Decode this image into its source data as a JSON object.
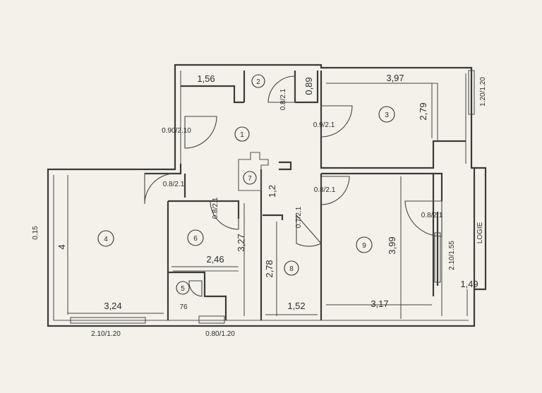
{
  "rooms": [
    {
      "number": "1"
    },
    {
      "number": "2"
    },
    {
      "number": "3"
    },
    {
      "number": "4"
    },
    {
      "number": "5"
    },
    {
      "number": "6"
    },
    {
      "number": "7"
    },
    {
      "number": "8"
    },
    {
      "number": "9"
    }
  ],
  "dimensions": {
    "d_156": "1,56",
    "d_089": "0,89",
    "d_397": "3,97",
    "d_279": "2,79",
    "d_4": "4",
    "d_324": "3,24",
    "d_246": "2,46",
    "d_327": "3,27",
    "d_278": "2,78",
    "d_12": "1,2",
    "d_152": "1,52",
    "d_399": "3,99",
    "d_317": "3,17",
    "d_149": "1,49",
    "d_76": "76",
    "d_015": "0.15"
  },
  "openings": {
    "o_090_210": "0.90/2.10",
    "o_08_21_hall": "0.8/2.1",
    "o_09_21": "0.9/2.1",
    "o_08_21_room4": "0.8/2.1",
    "o_08_21_room6": "0.8/2.1",
    "o_08_21_room9": "0.8/2.1",
    "o_07_21": "0.7/2.1",
    "o_08_21_logie": "0.8/2.1",
    "o_120_120": "1.20/1.20",
    "o_210_120": "2.10/1.20",
    "o_080_120": "0.80/1.20",
    "o_210_155": "2.10/1.55"
  },
  "labels": {
    "logie": "LOGIE"
  }
}
